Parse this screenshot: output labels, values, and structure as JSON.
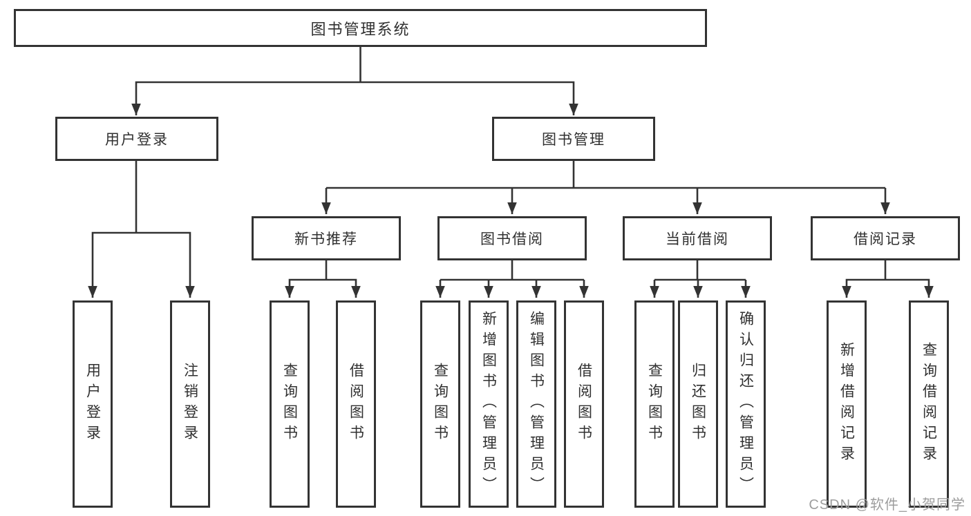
{
  "diagram_type": "hierarchy-chart",
  "tree": {
    "label": "图书管理系统",
    "children": [
      {
        "label": "用户登录",
        "children": [
          {
            "label": "用户登录"
          },
          {
            "label": "注销登录"
          }
        ]
      },
      {
        "label": "图书管理",
        "children": [
          {
            "label": "新书推荐",
            "children": [
              {
                "label": "查询图书"
              },
              {
                "label": "借阅图书"
              }
            ]
          },
          {
            "label": "图书借阅",
            "children": [
              {
                "label": "查询图书"
              },
              {
                "label": "新增图书（管理员）"
              },
              {
                "label": "编辑图书（管理员）"
              },
              {
                "label": "借阅图书"
              }
            ]
          },
          {
            "label": "当前借阅",
            "children": [
              {
                "label": "查询图书"
              },
              {
                "label": "归还图书"
              },
              {
                "label": "确认归还（管理员）"
              }
            ]
          },
          {
            "label": "借阅记录",
            "children": [
              {
                "label": "新增借阅记录"
              },
              {
                "label": "查询借阅记录"
              }
            ]
          }
        ]
      }
    ]
  },
  "watermark": {
    "text": "CSDN @软件_小贺同学"
  },
  "colors": {
    "line": "#333333",
    "text": "#303030",
    "watermark": "#9d9d9d",
    "background": "#ffffff"
  }
}
